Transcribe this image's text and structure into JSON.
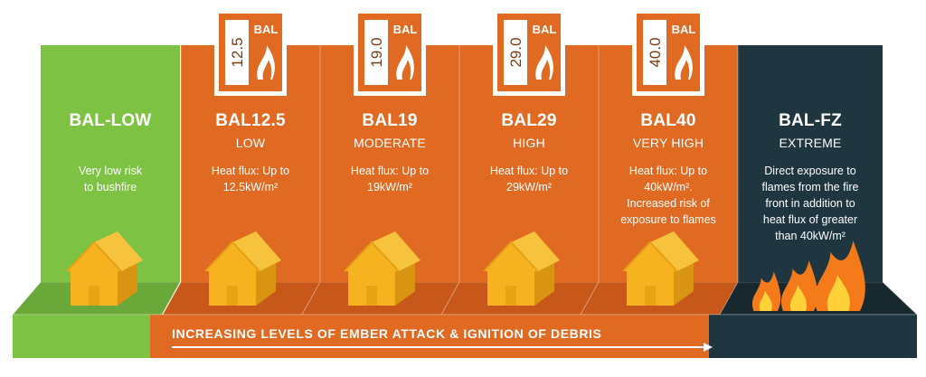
{
  "colors": {
    "low_green": "#7dc242",
    "low_green_dark": "#6aa83a",
    "orange": "#e06a22",
    "orange_dark": "#c8581a",
    "extreme_navy": "#1f3641",
    "house_yellow": "#f6b21f",
    "house_shadow": "#d99412",
    "flame_orange": "#f47a1a",
    "flame_yellow": "#ffd23a"
  },
  "columns": [
    {
      "title": "BAL-LOW",
      "subtitle": "",
      "description": [
        "Very low risk",
        "to bushfire"
      ],
      "badge": null,
      "theme": "low",
      "icon": "house-icon"
    },
    {
      "title": "BAL12.5",
      "subtitle": "LOW",
      "description": [
        "Heat flux: Up to",
        "12.5kW/m²"
      ],
      "badge": {
        "number": "12.5",
        "label": "BAL"
      },
      "theme": "orange",
      "icon": "house-icon"
    },
    {
      "title": "BAL19",
      "subtitle": "MODERATE",
      "description": [
        "Heat flux: Up to",
        "19kW/m²"
      ],
      "badge": {
        "number": "19.0",
        "label": "BAL"
      },
      "theme": "orange",
      "icon": "house-icon"
    },
    {
      "title": "BAL29",
      "subtitle": "HIGH",
      "description": [
        "Heat flux: Up to",
        "29kW/m²"
      ],
      "badge": {
        "number": "29.0",
        "label": "BAL"
      },
      "theme": "orange",
      "icon": "house-icon"
    },
    {
      "title": "BAL40",
      "subtitle": "VERY HIGH",
      "description": [
        "Heat flux: Up to",
        "40kW/m².",
        "Increased risk of",
        "exposure to flames"
      ],
      "badge": {
        "number": "40.0",
        "label": "BAL"
      },
      "theme": "orange",
      "icon": "house-icon"
    },
    {
      "title": "BAL-FZ",
      "subtitle": "EXTREME",
      "description": [
        "Direct exposure to",
        "flames from the fire",
        "front in addition to",
        "heat flux of greater",
        "than 40kW/m²"
      ],
      "badge": null,
      "theme": "extreme",
      "icon": "flames-icon"
    }
  ],
  "banner": {
    "text": "INCREASING LEVELS OF EMBER ATTACK & IGNITION OF DEBRIS",
    "icon": "arrow-right-icon"
  }
}
